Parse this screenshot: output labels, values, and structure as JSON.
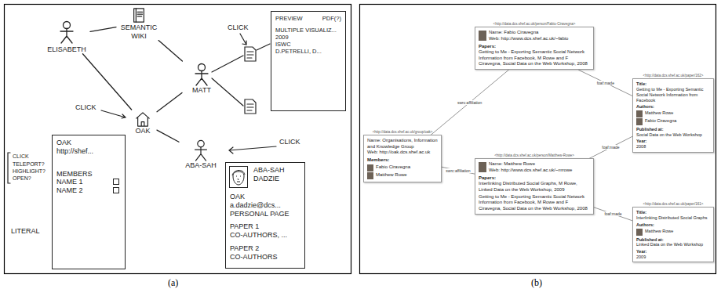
{
  "diagram": {
    "nodes": [
      {
        "text": [
          "ELISABETH"
        ]
      },
      {
        "text": [
          "SEMANTIC WIKI"
        ]
      },
      {
        "text": [
          "PREVIEW",
          "PDF(?)",
          "MULTIPLE VISUALIZ...",
          "2009",
          "ISWC",
          "D.PETRELLI, D..."
        ]
      },
      {
        "text": [
          "MATT"
        ]
      },
      {
        "text": [
          "OAK"
        ]
      },
      {
        "text": [
          "OAK",
          "http://shef...",
          "MEMBERS",
          "NAME 1",
          "NAME 2"
        ]
      },
      {
        "text": [
          "ABA-SAH"
        ]
      },
      {
        "text": [
          "ABA-SAH DADZIE",
          "OAK",
          "a.dadzie@dcs...",
          "PERSONAL PAGE",
          "PAPER 1",
          "CO-AUTHORS, ...",
          "PAPER 2",
          "CO-AUTHORS"
        ]
      },
      {
        "text": [
          "<http://data.dcs.shef.ac.uk/group/oak>",
          "Name: Organisations, Information and Knowledge Group",
          "Web: http://oak.dcs.shef.ac.uk",
          "Members:",
          "Fabio Ciravegna",
          "Matthew Rowe"
        ]
      },
      {
        "text": [
          "<http://data.dcs.shef.ac.uk/person/Fabio-Ciravegna>",
          "Name: Fabio Ciravegna",
          "Web: http://www.dcs.shef.ac.uk/~fabio",
          "Papers:",
          "Getting to Me - Exporting Semantic Social Network Information from Facebook, M Rowe and F Ciravegna, Social Data on the Web Workshop, 2008"
        ]
      },
      {
        "text": [
          "<http://data.dcs.shef.ac.uk/person/Matthew-Rowe>",
          "Name: Matthew Rowe",
          "Web: http://www.dcs.shef.ac.uk/~mrowe",
          "Papers:",
          "Interlinking Distributed Social Graphs, M Rowe, Linked Data on the Web Workshop, 2009",
          "Getting to Me - Exporting Semantic Social Network Information from Facebook, M Rowe and F Ciravegna, Social Data on the Web Workshop, 2008"
        ]
      },
      {
        "text": [
          "<http://data.dcs.shef.ac.uk/paper/162>",
          "Title:",
          "Getting to Me - Exporting Semantic Social Network Information from Facebook",
          "Authors:",
          "Matthew Rowe",
          "Fabio Ciravegna",
          "Published at:",
          "Social Data on the Web Workshop",
          "Year:",
          "2008"
        ]
      },
      {
        "text": [
          "<http://data.dcs.shef.ac.uk/paper/161>",
          "Title:",
          "Interlinking Distributed Social Graphs",
          "Authors:",
          "Matthew Rowe",
          "Published at:",
          "Linked Data on the Web Workshop",
          "Year:",
          "2009"
        ]
      }
    ],
    "edges": [
      {
        "from": 0,
        "to": 1,
        "arrow": "none"
      },
      {
        "from": 0,
        "to": 4,
        "arrow": "none"
      },
      {
        "from": 1,
        "to": 3,
        "arrow": "none"
      },
      {
        "from": 4,
        "to": 3,
        "arrow": "none"
      },
      {
        "from": 4,
        "to": 6,
        "arrow": "none"
      },
      {
        "from": 9,
        "to": 8,
        "label": "swrc:affiliation",
        "arrow": "none"
      },
      {
        "from": 10,
        "to": 8,
        "label": "swrc:affiliation",
        "arrow": "none"
      },
      {
        "from": 9,
        "to": 11,
        "label": "foaf:made",
        "arrow": "none"
      },
      {
        "from": 10,
        "to": 11,
        "label": "foaf:made",
        "arrow": "none"
      },
      {
        "from": 10,
        "to": 12,
        "label": "foaf:made",
        "arrow": "none"
      }
    ],
    "labels": [
      "CLICK",
      "CLICK",
      "CLICK",
      "TELEPORT?",
      "HIGHLIGHT?",
      "OPEN?",
      "CLICK",
      "LITERAL",
      "(a)",
      "(b)"
    ]
  }
}
